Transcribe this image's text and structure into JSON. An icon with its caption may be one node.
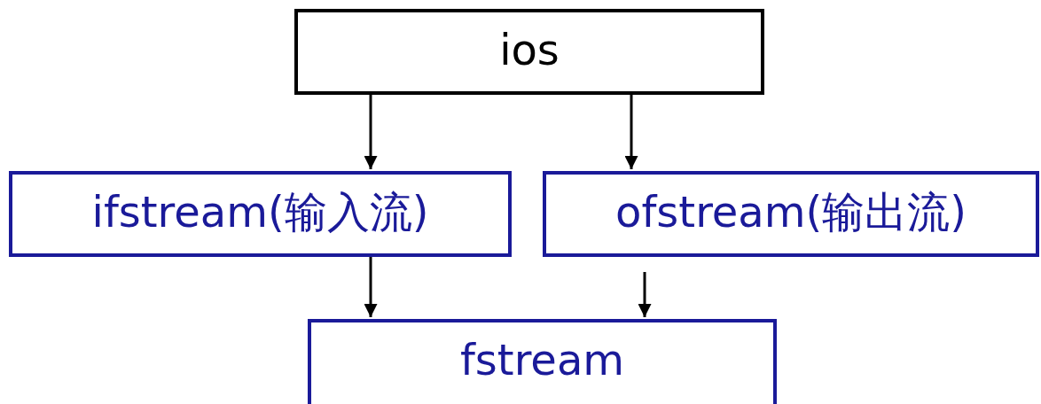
{
  "diagram": {
    "nodes": [
      {
        "text": [
          "ios"
        ]
      },
      {
        "text": [
          "ifstream(输入流)"
        ]
      },
      {
        "text": [
          "ofstream(输出流)"
        ]
      },
      {
        "text": [
          "fstream"
        ]
      }
    ],
    "edges": [
      {
        "from": 0,
        "to": 1,
        "arrow": "to"
      },
      {
        "from": 0,
        "to": 2,
        "arrow": "to"
      },
      {
        "from": 1,
        "to": 3,
        "arrow": "to"
      },
      {
        "from": 2,
        "to": 3,
        "arrow": "to"
      }
    ]
  }
}
